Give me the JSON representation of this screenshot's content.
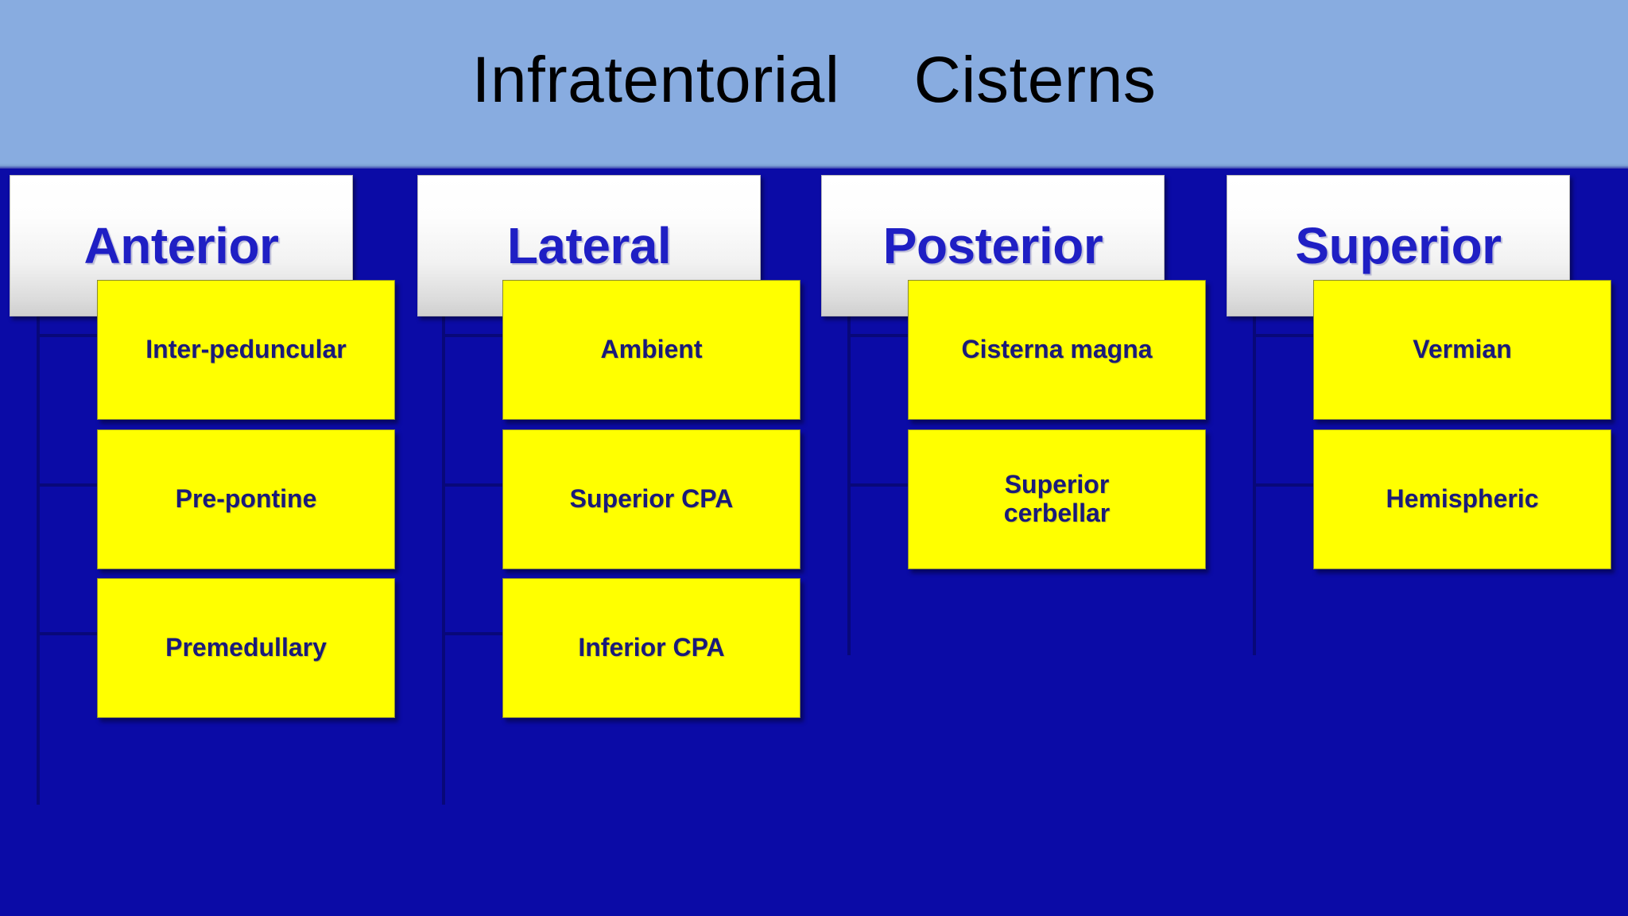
{
  "slide": {
    "title": "Infratentorial    Cisterns",
    "background_color": "#0b0ba6",
    "title_band_color": "#88ace0",
    "title_text_color": "#000000",
    "accent_yellow": "#ffff00",
    "accent_navy_text": "#1a1a7a",
    "category_text_color": "#1f1fc4"
  },
  "columns": [
    {
      "header": "Anterior",
      "items": [
        {
          "label": "Inter-peduncular"
        },
        {
          "label": "Pre-pontine"
        },
        {
          "label": "Premedullary"
        }
      ]
    },
    {
      "header": "Lateral",
      "items": [
        {
          "label": "Ambient"
        },
        {
          "label": "Superior CPA"
        },
        {
          "label": "Inferior CPA"
        }
      ]
    },
    {
      "header": "Posterior",
      "items": [
        {
          "label": "Cisterna magna"
        },
        {
          "label": "Superior\ncerbellar"
        }
      ]
    },
    {
      "header": "Superior",
      "items": [
        {
          "label": "Vermian"
        },
        {
          "label": "Hemispheric"
        }
      ]
    }
  ]
}
